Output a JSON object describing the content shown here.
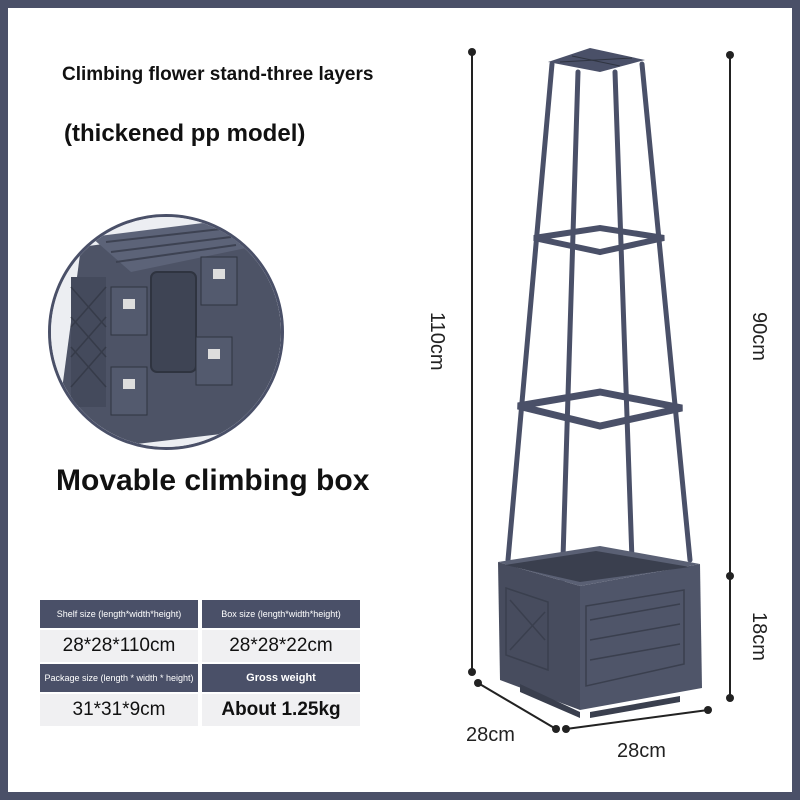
{
  "title": "Climbing flower stand-three layers",
  "subtitle": "(thickened pp model)",
  "caption": "Movable climbing box",
  "specs": {
    "headers": [
      "Shelf size (length*width*height)",
      "Box size (length*width*height)",
      "Package size (length * width * height)",
      "Gross weight"
    ],
    "values": [
      "28*28*110cm",
      "28*28*22cm",
      "31*31*9cm",
      "About 1.25kg"
    ]
  },
  "dimensions": {
    "total_height": "110cm",
    "frame_height": "90cm",
    "box_height": "18cm",
    "depth": "28cm",
    "width": "28cm"
  },
  "colors": {
    "product": "#4a5068",
    "frame": "#4a5068"
  }
}
